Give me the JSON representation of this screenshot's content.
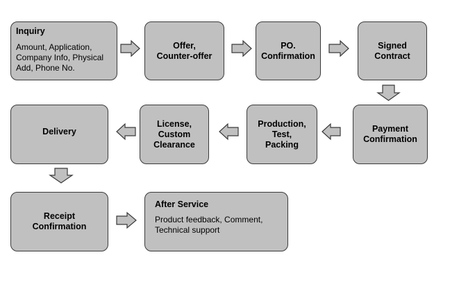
{
  "nodes": {
    "inquiry": {
      "title": "Inquiry",
      "detail": "Amount, Application,\nCompany Info, Physical\nAdd, Phone No."
    },
    "offer": {
      "label": "Offer,\nCounter-offer"
    },
    "po_confirmation": {
      "label": "PO.\nConfirmation"
    },
    "signed_contract": {
      "label": "Signed\nContract"
    },
    "payment_confirmation": {
      "label": "Payment\nConfirmation"
    },
    "production": {
      "label": "Production,\nTest,\nPacking"
    },
    "license": {
      "label": "License,\nCustom\nClearance"
    },
    "delivery": {
      "label": "Delivery"
    },
    "receipt_confirmation": {
      "label": "Receipt\nConfirmation"
    },
    "after_service": {
      "title": "After Service",
      "detail": "Product feedback, Comment,\nTechnical support"
    }
  },
  "colors": {
    "box_fill": "#c0c0c0",
    "box_border": "#3a3a3a",
    "arrow_fill": "#c0c0c0",
    "arrow_border": "#3a3a3a"
  }
}
